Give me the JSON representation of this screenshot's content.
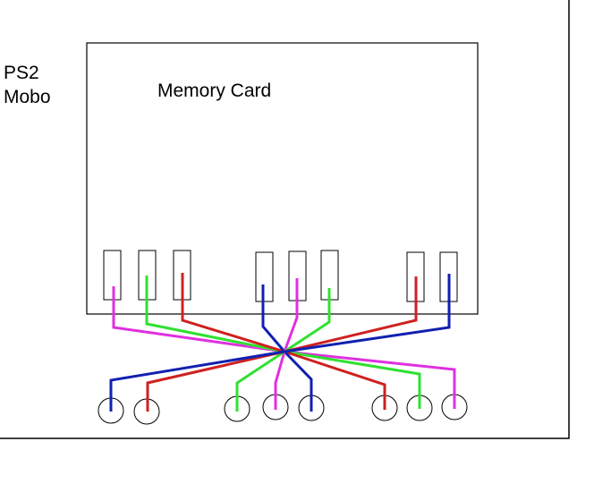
{
  "labels": {
    "board": [
      "PS2",
      "Mobo"
    ],
    "card": "Memory Card"
  },
  "colors": {
    "magenta": "#e030e0",
    "green": "#30e030",
    "red": "#d02020",
    "blue": "#1020b0",
    "outline": "#000000"
  },
  "wires": [
    {
      "name": "wire-1-magenta",
      "color": "magenta",
      "from_pin": 1,
      "to_pad": 8
    },
    {
      "name": "wire-2-green",
      "color": "green",
      "from_pin": 2,
      "to_pad": 7
    },
    {
      "name": "wire-3-red",
      "color": "red",
      "from_pin": 3,
      "to_pad": 6
    },
    {
      "name": "wire-4-blue",
      "color": "blue",
      "from_pin": 4,
      "to_pad": 5
    },
    {
      "name": "wire-5-magenta",
      "color": "magenta",
      "from_pin": 5,
      "to_pad": 4
    },
    {
      "name": "wire-6-green",
      "color": "green",
      "from_pin": 6,
      "to_pad": 3
    },
    {
      "name": "wire-7-red",
      "color": "red",
      "from_pin": 7,
      "to_pad": 2
    },
    {
      "name": "wire-8-blue",
      "color": "blue",
      "from_pin": 8,
      "to_pad": 1
    }
  ]
}
